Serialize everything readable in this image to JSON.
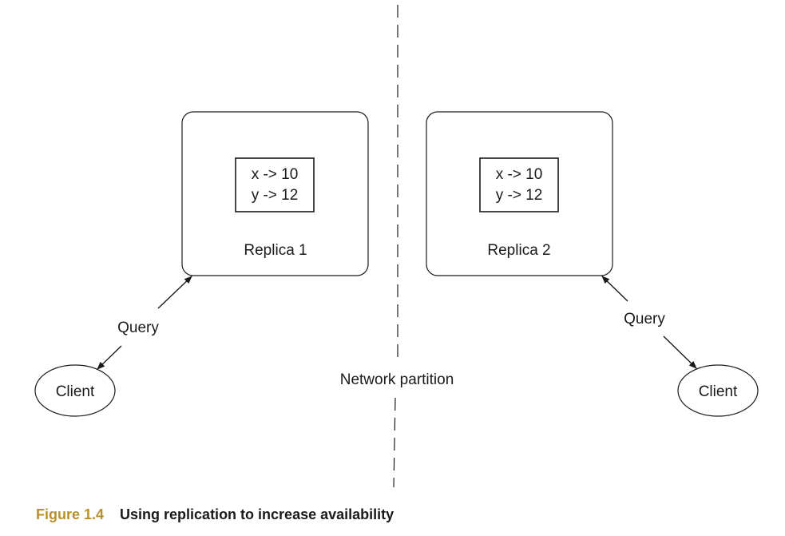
{
  "partition_label": "Network partition",
  "replicas": [
    {
      "name": "Replica 1",
      "store": [
        "x -> 10",
        "y -> 12"
      ]
    },
    {
      "name": "Replica 2",
      "store": [
        "x -> 10",
        "y -> 12"
      ]
    }
  ],
  "clients": [
    {
      "label": "Client",
      "query_label": "Query"
    },
    {
      "label": "Client",
      "query_label": "Query"
    }
  ],
  "caption": {
    "number": "Figure 1.4",
    "title": "Using replication to increase availability"
  },
  "colors": {
    "stroke": "#1a1a1a",
    "caption_number": "#b8912a"
  }
}
